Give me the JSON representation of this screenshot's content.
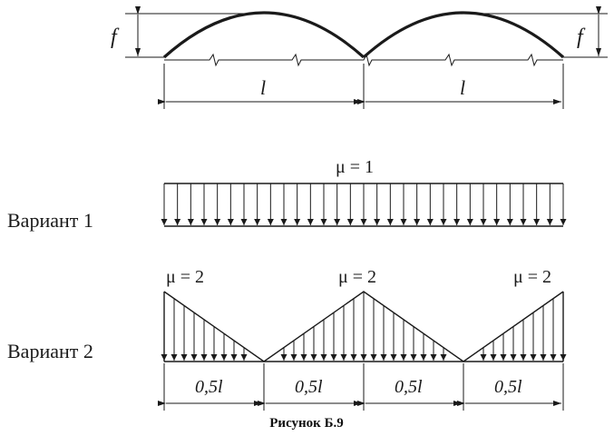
{
  "figure": {
    "caption": "Рисунок Б.9",
    "span": {
      "rise_label": "f",
      "span_label": "l",
      "arch_count": 2
    },
    "variant1": {
      "label": "Вариант 1",
      "mu_label": "μ = 1",
      "mu": 1
    },
    "variant2": {
      "label": "Вариант 2",
      "mu_labels": [
        "μ = 2",
        "μ = 2",
        "μ = 2"
      ],
      "mu_peak": 2,
      "segment_labels": [
        "0,5l",
        "0,5l",
        "0,5l",
        "0,5l"
      ]
    },
    "colors": {
      "ink": "#1a1a1a"
    }
  }
}
